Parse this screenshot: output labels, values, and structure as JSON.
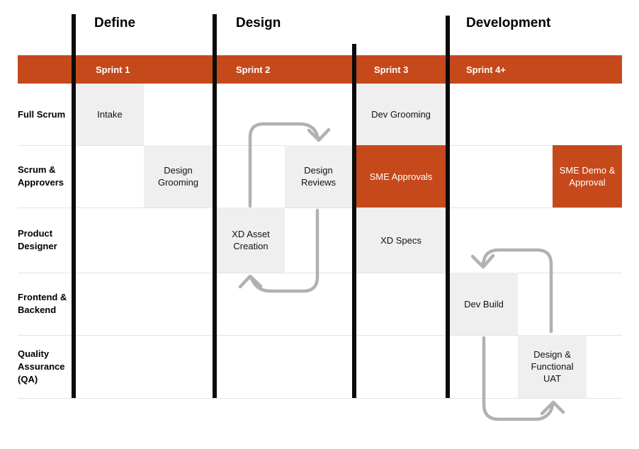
{
  "phases": [
    {
      "label": "Define"
    },
    {
      "label": "Design"
    },
    {
      "label": "Development"
    }
  ],
  "sprints": [
    {
      "label": "Sprint 1"
    },
    {
      "label": "Sprint 2"
    },
    {
      "label": "Sprint 3"
    },
    {
      "label": "Sprint 4+"
    }
  ],
  "roles": [
    {
      "label": "Full Scrum"
    },
    {
      "label": "Scrum & Approvers"
    },
    {
      "label": "Product Designer"
    },
    {
      "label": "Frontend & Backend"
    },
    {
      "label": "Quality Assurance (QA)"
    }
  ],
  "cells": [
    {
      "id": "intake",
      "label": "Intake",
      "sprint": "Sprint 1",
      "role": "Full Scrum",
      "variant": "gray"
    },
    {
      "id": "design-grooming",
      "label": "Design Grooming",
      "sprint": "Sprint 1",
      "role": "Scrum & Approvers",
      "variant": "gray"
    },
    {
      "id": "dev-grooming",
      "label": "Dev Grooming",
      "sprint": "Sprint 3",
      "role": "Full Scrum",
      "variant": "gray"
    },
    {
      "id": "design-reviews",
      "label": "Design Reviews",
      "sprint": "Sprint 2",
      "role": "Scrum & Approvers",
      "variant": "gray"
    },
    {
      "id": "sme-approvals",
      "label": "SME Approvals",
      "sprint": "Sprint 3",
      "role": "Scrum & Approvers",
      "variant": "orange"
    },
    {
      "id": "sme-demo-approval",
      "label": "SME Demo & Approval",
      "sprint": "Sprint 4+",
      "role": "Scrum & Approvers",
      "variant": "orange"
    },
    {
      "id": "xd-asset-creation",
      "label": "XD Asset Creation",
      "sprint": "Sprint 2",
      "role": "Product Designer",
      "variant": "gray"
    },
    {
      "id": "xd-specs",
      "label": "XD Specs",
      "sprint": "Sprint 3",
      "role": "Product Designer",
      "variant": "gray"
    },
    {
      "id": "dev-build",
      "label": "Dev Build",
      "sprint": "Sprint 4+",
      "role": "Frontend & Backend",
      "variant": "gray"
    },
    {
      "id": "design-functional-uat",
      "label": "Design & Functional UAT",
      "sprint": "Sprint 4+",
      "role": "Quality Assurance (QA)",
      "variant": "gray"
    }
  ],
  "arrows": [
    {
      "id": "design-iteration-loop",
      "from": "XD Asset Creation",
      "to": "Design Reviews",
      "type": "cycle"
    },
    {
      "id": "dev-iteration-loop",
      "from": "Dev Build",
      "to": "Design & Functional UAT",
      "type": "cycle"
    }
  ],
  "colors": {
    "accent_orange": "#C6491B",
    "cell_gray": "#EFEFEF",
    "arrow_gray": "#B1B1B1",
    "divider_black": "#0B0B0B",
    "gridline_gray": "#E3E3E3",
    "text_black": "#111111",
    "text_white": "#FFFFFF"
  }
}
